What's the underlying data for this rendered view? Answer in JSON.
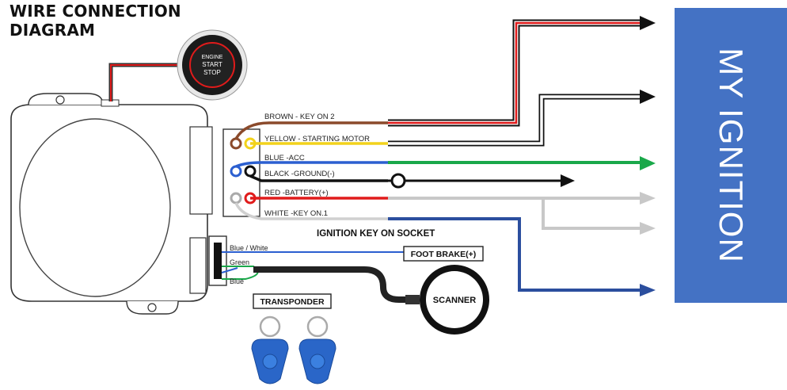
{
  "title_line1": "WIRE CONNECTION",
  "title_line2": "DIAGRAM",
  "button": {
    "line1": "ENGINE",
    "line2": "START",
    "line3": "STOP"
  },
  "wires": [
    {
      "label": "BROWN - KEY ON 2",
      "color": "#8b4a2b"
    },
    {
      "label": "YELLOW - STARTING MOTOR",
      "color": "#f2d21b"
    },
    {
      "label": "BLUE    -ACC",
      "color": "#2b5fd0"
    },
    {
      "label": "BLACK  -GROUND(-)",
      "color": "#111111"
    },
    {
      "label": "RED      -BATTERY(+)",
      "color": "#e01b1b"
    },
    {
      "label": "WHITE   -KEY ON.1",
      "color": "#dddddd"
    }
  ],
  "socket_label": "IGNITION KEY ON SOCKET",
  "socket_wires": [
    {
      "label": "Blue / White"
    },
    {
      "label": "Green"
    },
    {
      "label": "Blue"
    }
  ],
  "foot_brake": "FOOT BRAKE(+)",
  "scanner": "SCANNER",
  "transponder": "TRANSPONDER",
  "ignition_label": "MY IGNITION",
  "colors": {
    "panel": "#4472c4",
    "green": "#1aa84a",
    "grey": "#c8c8c8",
    "navy": "#2b4e9e"
  }
}
